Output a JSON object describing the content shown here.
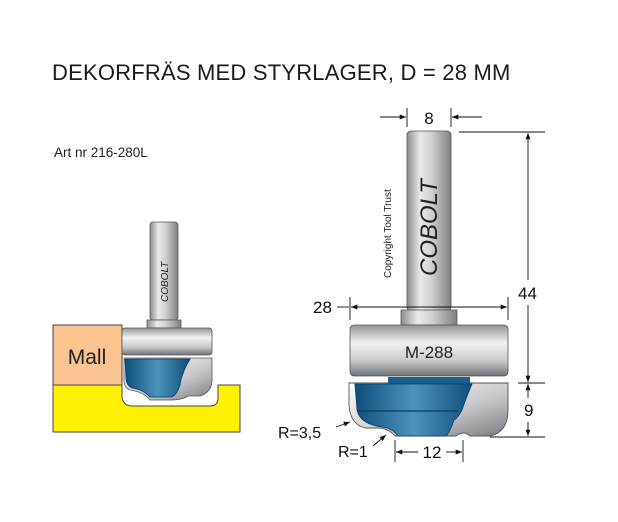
{
  "title": "DEKORFRÄS MED STYRLAGER, D = 28 MM",
  "article_number": "Art nr 216-280L",
  "small_view": {
    "template_label": "Mall",
    "shank_brand": "COBOLT"
  },
  "main_view": {
    "shank_brand": "COBOLT",
    "copyright": "Copyright Tool Trust",
    "bearing_label": "M-288"
  },
  "dimensions": {
    "shank_diameter": "8",
    "total_length": "44",
    "bearing_diameter": "28",
    "cut_height": "9",
    "radius_large": "R=3,5",
    "radius_small": "R=1",
    "bottom_width": "12"
  },
  "colors": {
    "template": "#f9c48f",
    "workpiece": "#fff200",
    "cutter_blue": "#1e6a9a"
  }
}
